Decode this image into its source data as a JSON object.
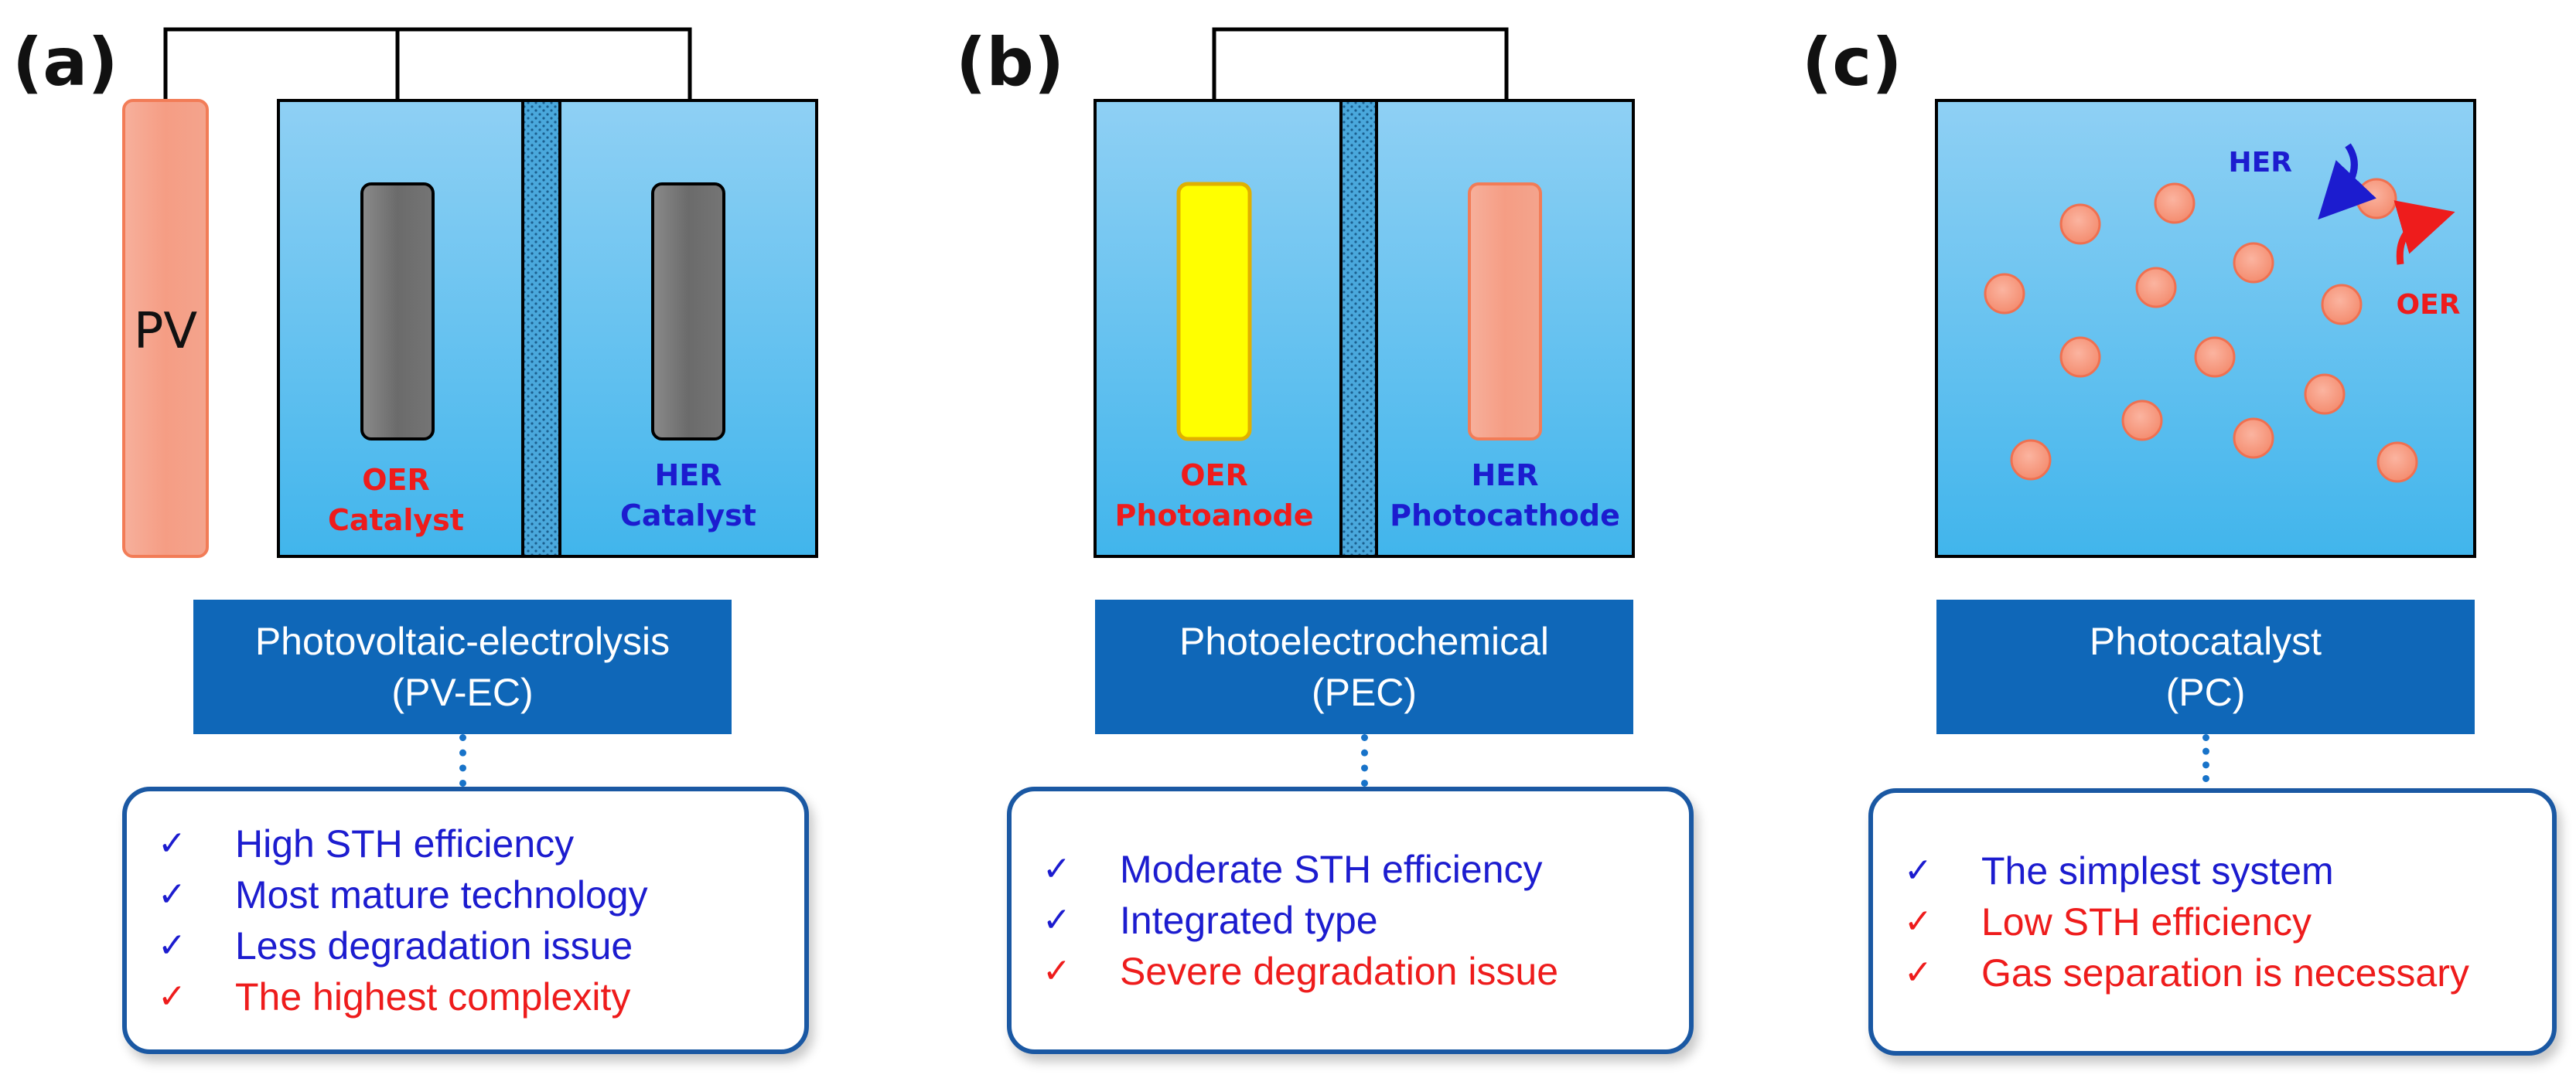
{
  "colors": {
    "water_top": "#8fd0f4",
    "water_bottom": "#41b5ec",
    "label_blue": "#0f67b8",
    "pro_text": "#1c1ccf",
    "con_text": "#ee1c1c",
    "pv_fill": "#f5a28a",
    "catalyst_fill": "#707070",
    "photoanode_fill": "#ffff00",
    "particle_fill": "#f79a80"
  },
  "panels": {
    "a": {
      "letter": "(a)",
      "pv_text": "PV",
      "electrode_left": {
        "line1": "OER",
        "line2": "Catalyst"
      },
      "electrode_right": {
        "line1": "HER",
        "line2": "Catalyst"
      },
      "system_label": {
        "line1": "Photovoltaic-electrolysis",
        "line2": "(PV-EC)"
      },
      "features": [
        {
          "text": "High STH efficiency",
          "kind": "pro"
        },
        {
          "text": "Most mature technology",
          "kind": "pro"
        },
        {
          "text": "Less degradation issue",
          "kind": "pro"
        },
        {
          "text": "The highest complexity",
          "kind": "con"
        }
      ]
    },
    "b": {
      "letter": "(b)",
      "electrode_left": {
        "line1": "OER",
        "line2": "Photoanode"
      },
      "electrode_right": {
        "line1": "HER",
        "line2": "Photocathode"
      },
      "system_label": {
        "line1": "Photoelectrochemical",
        "line2": "(PEC)"
      },
      "features": [
        {
          "text": "Moderate STH efficiency",
          "kind": "pro"
        },
        {
          "text": "Integrated type",
          "kind": "pro"
        },
        {
          "text": "Severe degradation issue",
          "kind": "con"
        }
      ]
    },
    "c": {
      "letter": "(c)",
      "her_label": "HER",
      "oer_label": "OER",
      "system_label": {
        "line1": "Photocatalyst",
        "line2": "(PC)"
      },
      "features": [
        {
          "text": "The simplest system",
          "kind": "pro"
        },
        {
          "text": "Low STH efficiency",
          "kind": "con"
        },
        {
          "text": "Gas separation is necessary",
          "kind": "con"
        }
      ]
    }
  },
  "check_mark": "✓"
}
